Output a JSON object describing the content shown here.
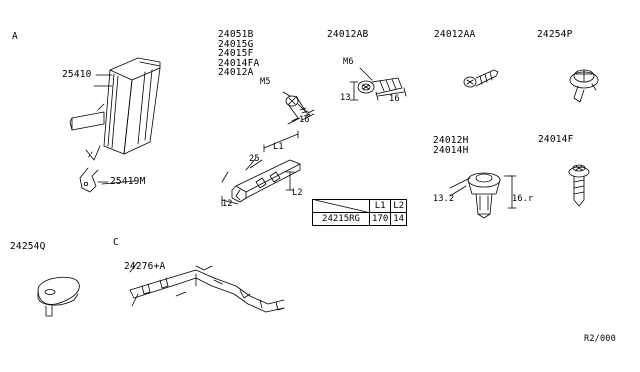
{
  "section_labels": {
    "a": "A",
    "c": "C"
  },
  "parts": {
    "p25410": "25410",
    "p25419m": "25419M",
    "bolt_group": [
      "24051B",
      "24015G",
      "24015F",
      "24014FA",
      "24012A"
    ],
    "p24012ab": "24012AB",
    "p24012aa": "24012AA",
    "p24254p": "24254P",
    "p24012h_24014h": [
      "24012H",
      "24014H"
    ],
    "p24014f": "24014F",
    "p24254q": "24254Q",
    "p24276a": "24276+A"
  },
  "dimensions": {
    "m5": "M5",
    "m5_len": "16",
    "m6": "M6",
    "m6_dia": "13",
    "m6_len": "16",
    "l1": "L1",
    "l2": "L2",
    "d25": "25",
    "d12": "12",
    "clip_w": "13.2",
    "clip_h": "16.r"
  },
  "spec_table": {
    "headers": [
      "L1",
      "L2"
    ],
    "row_label": "24215RG",
    "values": [
      "170",
      "14"
    ]
  },
  "diagram_id": "R2/000"
}
